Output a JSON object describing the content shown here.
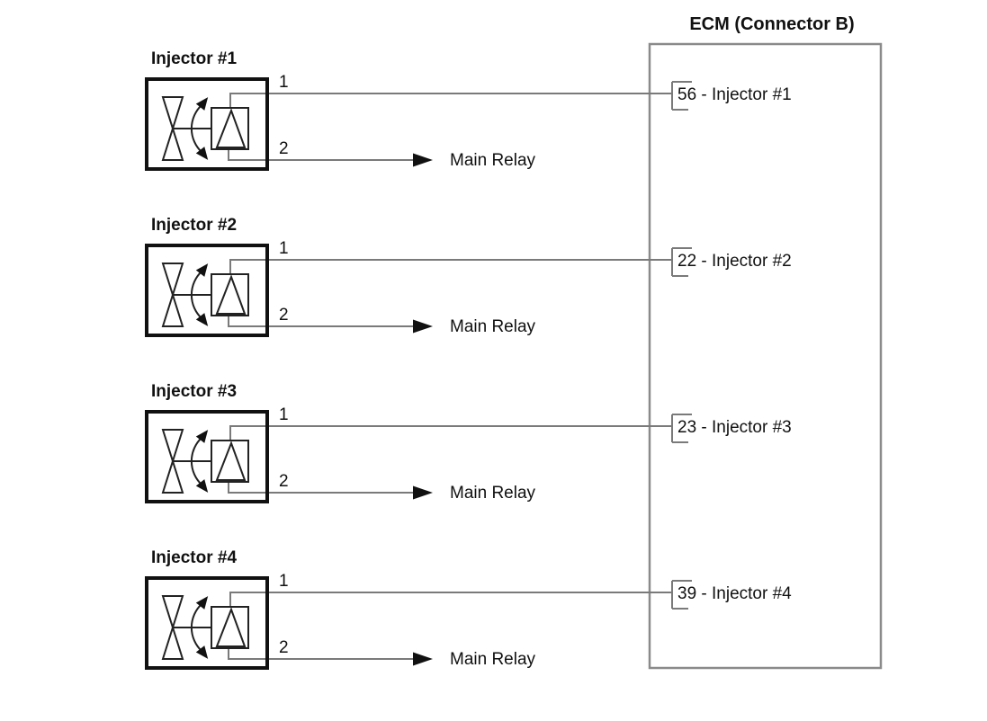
{
  "diagram": {
    "title": "ECM (Connector B)",
    "injectors": [
      {
        "label": "Injector #1",
        "pin1": "1",
        "pin2": "2",
        "pin2_target": "Main Relay",
        "ecm_pin": "56 - Injector #1"
      },
      {
        "label": "Injector #2",
        "pin1": "1",
        "pin2": "2",
        "pin2_target": "Main Relay",
        "ecm_pin": "22 - Injector #2"
      },
      {
        "label": "Injector #3",
        "pin1": "1",
        "pin2": "2",
        "pin2_target": "Main Relay",
        "ecm_pin": "23 - Injector #3"
      },
      {
        "label": "Injector #4",
        "pin1": "1",
        "pin2": "2",
        "pin2_target": "Main Relay",
        "ecm_pin": "39 - Injector #4"
      }
    ],
    "colors": {
      "background": "#ffffff",
      "wire": "#7a7a7a",
      "ecm_border": "#8a8a8a",
      "injector_border": "#111111",
      "symbol": "#222222",
      "text": "#111111"
    }
  }
}
